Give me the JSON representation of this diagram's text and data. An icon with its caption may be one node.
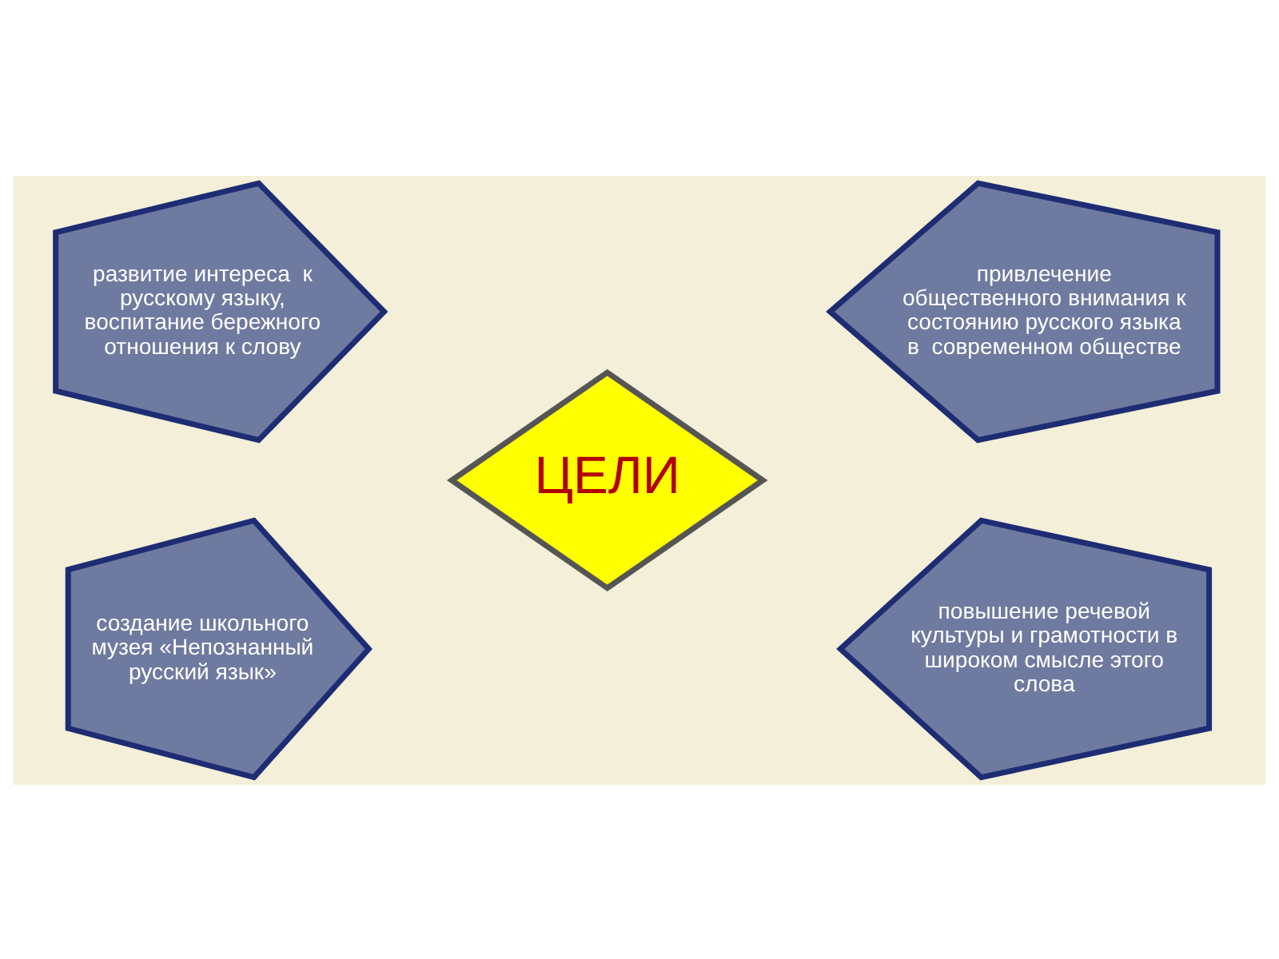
{
  "diagram": {
    "nodes": [
      {
        "text": [
          "развитие интереса  к русскому языку, воспитание бережного отношения к слову"
        ]
      },
      {
        "text": [
          "привлечение общественного внимания к состоянию русского языка  в  современном обществе"
        ]
      },
      {
        "text": [
          "ЦЕЛИ"
        ]
      },
      {
        "text": [
          "создание школьного музея «Непознанный русский язык»"
        ]
      },
      {
        "text": [
          "повышение речевой культуры и грамотности в широком смысле этого слова"
        ]
      }
    ]
  }
}
